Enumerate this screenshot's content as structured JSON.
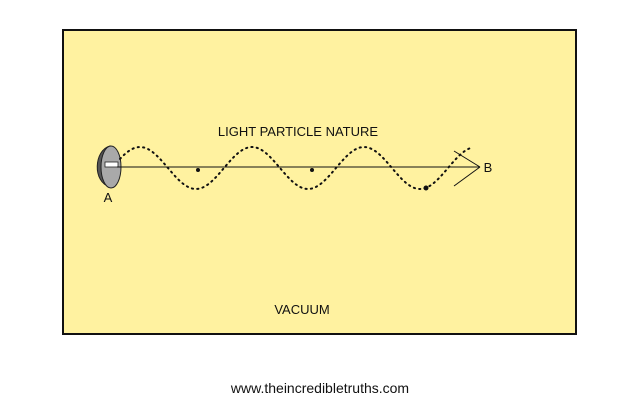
{
  "diagram": {
    "title": "LIGHT PARTICLE NATURE",
    "start_label": "A",
    "end_label": "B",
    "medium_label": "VACUUM",
    "panel_color": "#fff2a0",
    "icon": "flashlight-icon"
  },
  "footer": {
    "url": "www.theincredibletruths.com"
  }
}
